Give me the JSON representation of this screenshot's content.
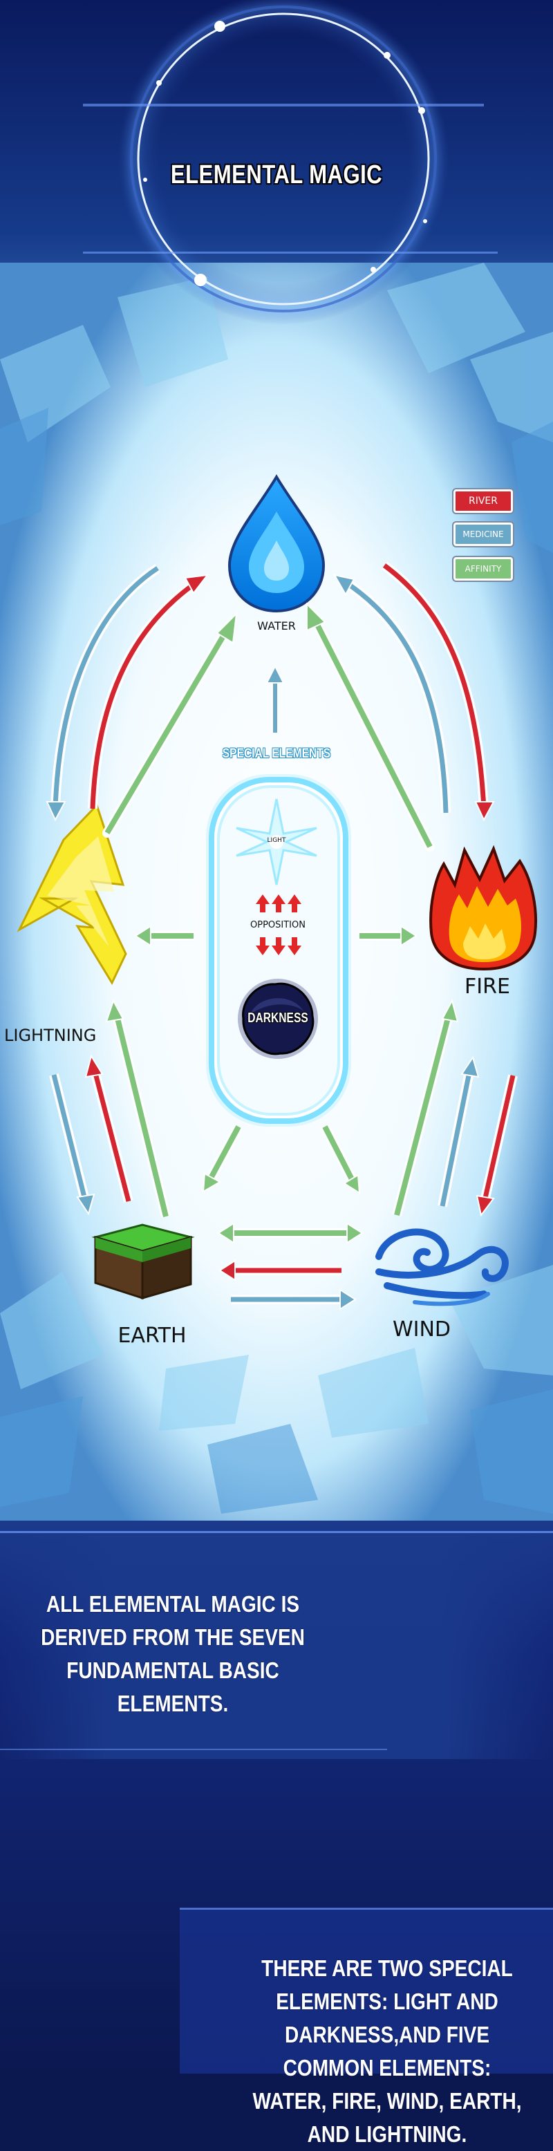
{
  "header": {
    "title": "ELEMENTAL MAGIC"
  },
  "diagram": {
    "legend": [
      {
        "label": "RIVER",
        "color": "#d42630"
      },
      {
        "label": "MEDICINE",
        "color": "#6aa8c8"
      },
      {
        "label": "AFFINITY",
        "color": "#7fc47a"
      }
    ],
    "elements": {
      "water": "WATER",
      "fire": "FIRE",
      "wind": "WIND",
      "earth": "EARTH",
      "lightning": "LIGHTNING"
    },
    "special": {
      "heading": "SPECIAL ELEMENTS",
      "light": "LIGHT",
      "opposition": "OPPOSITION",
      "darkness": "DARKNESS"
    }
  },
  "captions": {
    "first": "ALL ELEMENTAL MAGIC IS DERIVED FROM THE SEVEN FUNDAMENTAL BASIC ELEMENTS.",
    "second": "THERE ARE TWO SPECIAL ELEMENTS: LIGHT AND DARKNESS,AND FIVE COMMON ELEMENTS: WATER, FIRE, WIND, EARTH, AND LIGHTNING."
  },
  "colors": {
    "navy": "#0b1850",
    "river": "#d42630",
    "medicine": "#6aa8c8",
    "affinity": "#7fc47a",
    "glow": "#8fe6ff"
  }
}
